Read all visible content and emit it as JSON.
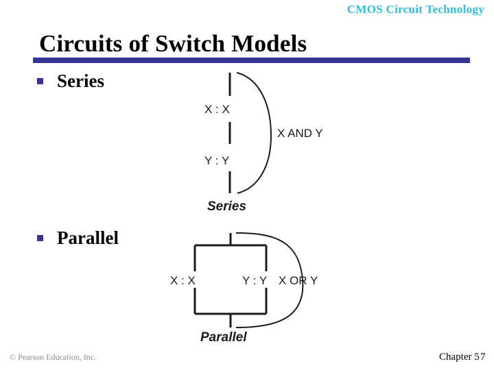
{
  "header": {
    "text": "CMOS Circuit Technology",
    "color": "#2fbfe0"
  },
  "title": {
    "text": "Circuits of Switch Models",
    "rule_color": "#363392"
  },
  "bullets": [
    {
      "marker": "square-bullet",
      "label": "Series"
    },
    {
      "marker": "square-bullet",
      "label": "Parallel"
    }
  ],
  "figures": {
    "series": {
      "caption": "Series",
      "switch_top": "X : X",
      "switch_bottom": "Y : Y",
      "brace_label": "X AND Y"
    },
    "parallel": {
      "caption": "Parallel",
      "switch_left": "X : X",
      "switch_right": "Y : Y",
      "brace_label": "X OR Y"
    }
  },
  "footer": {
    "copyright": "© Pearson Education, Inc.",
    "chapter": "Chapter 5",
    "page": "7"
  }
}
